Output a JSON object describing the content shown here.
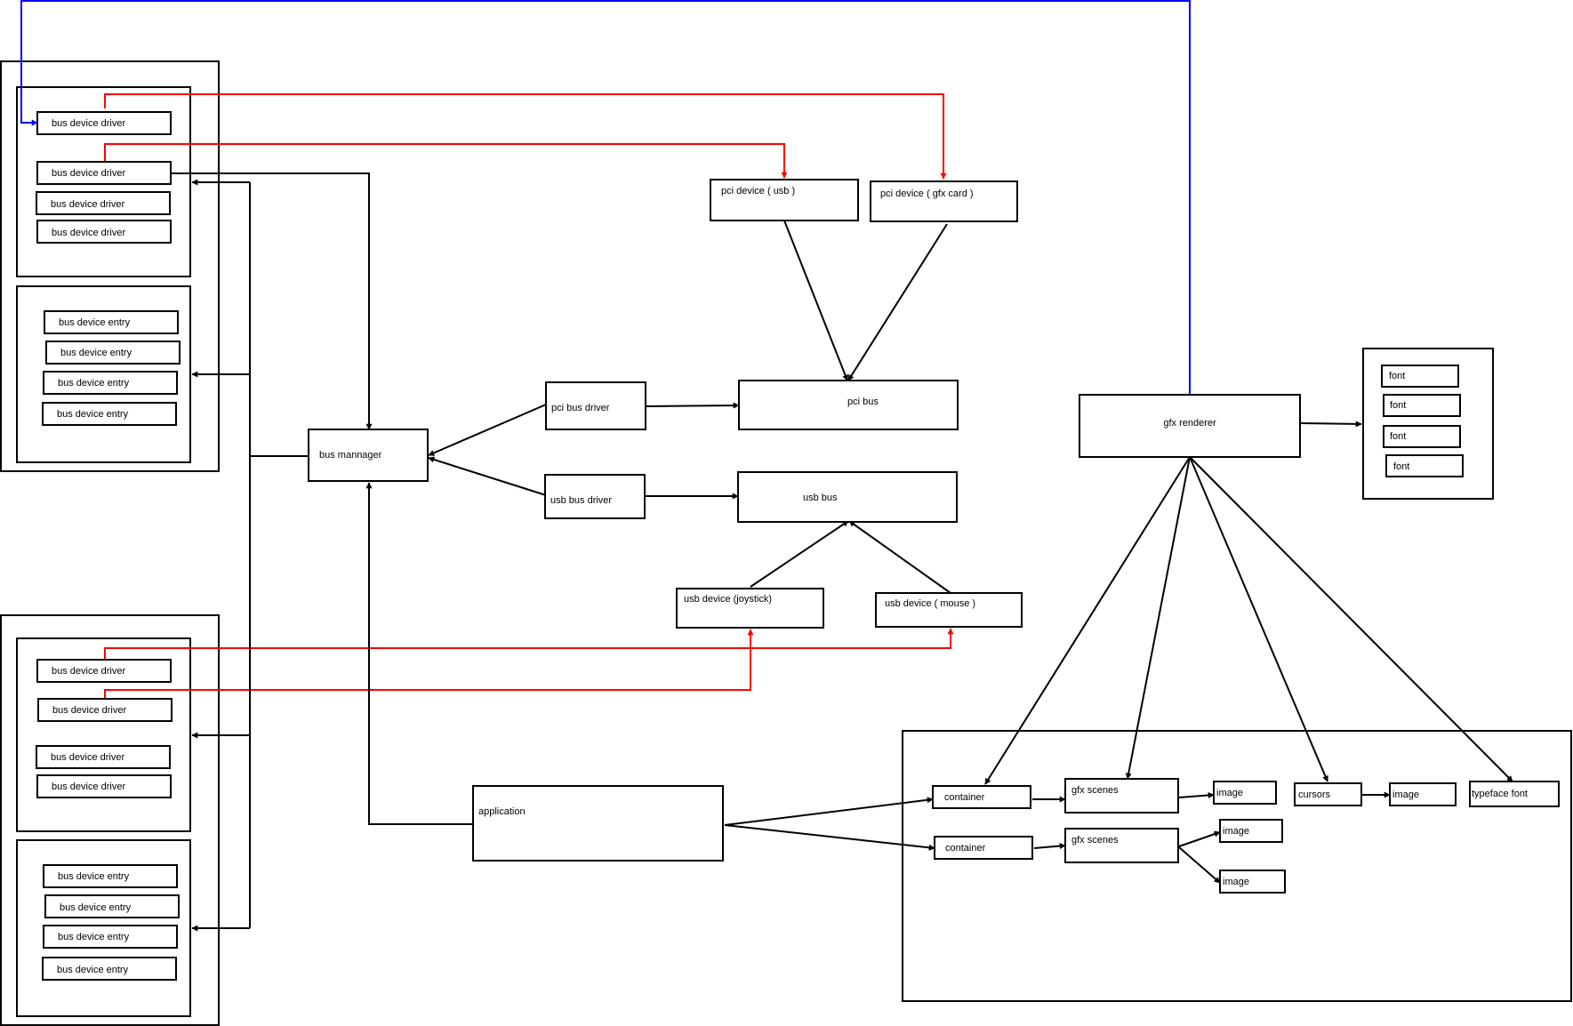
{
  "colors": {
    "box_stroke": "#000000",
    "edge_black": "#000000",
    "edge_red": "#ff0000",
    "edge_blue": "#0000ff",
    "background": "#ffffff"
  },
  "labels": {
    "bus_device_driver": "bus device driver",
    "bus_device_entry": "bus device entry",
    "pci_device_usb": "pci device ( usb )",
    "pci_device_gfx": "pci device ( gfx card )",
    "pci_bus_driver": "pci bus driver",
    "pci_bus": "pci bus",
    "usb_bus_driver": "usb bus driver",
    "usb_bus": "usb bus",
    "bus_manager": "bus mannager",
    "usb_device_joystick": "usb device (joystick)",
    "usb_device_mouse": "usb device ( mouse )",
    "gfx_renderer": "gfx renderer",
    "font": "font",
    "application": "application",
    "container": "container",
    "gfx_scenes": "gfx scenes",
    "image": "image",
    "cursors": "cursors",
    "typeface_font": "typeface font"
  }
}
